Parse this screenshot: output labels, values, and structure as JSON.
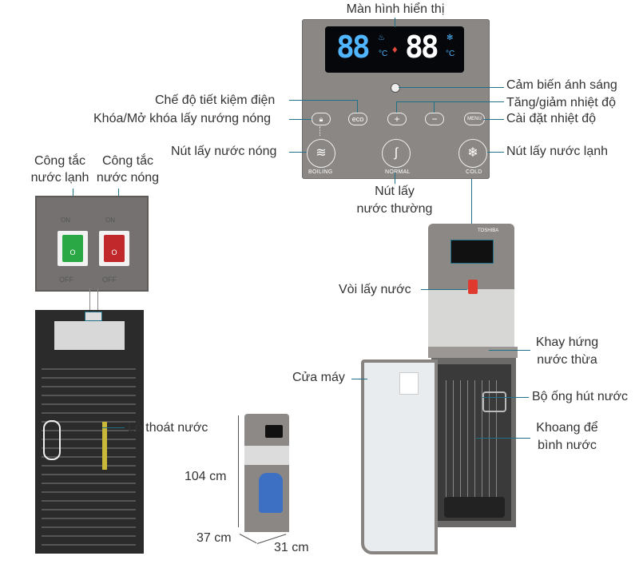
{
  "labels": {
    "display": "Màn hình hiển thị",
    "light_sensor": "Cảm biến ánh sáng",
    "eco_mode": "Chế độ tiết kiệm điện",
    "temp_up_down": "Tăng/giảm nhiệt độ",
    "hot_lock": "Khóa/Mở khóa lấy nướng nóng",
    "temp_setting": "Cài đặt nhiệt độ",
    "hot_button": "Nút lấy nước nóng",
    "cold_button": "Nút lấy nước lạnh",
    "normal_button_1": "Nút lấy",
    "normal_button_2": "nước thường",
    "cold_switch_1": "Công tắc",
    "cold_switch_2": "nước lạnh",
    "hot_switch_1": "Công tắc",
    "hot_switch_2": "nước nóng",
    "faucet": "Vòi lấy nước",
    "drip_tray_1": "Khay hứng",
    "drip_tray_2": "nước thừa",
    "door": "Cửa máy",
    "suction_tube": "Bộ ống hút nước",
    "bottle_compartment_1": "Khoang để",
    "bottle_compartment_2": "bình nước",
    "drain_hole": "Lỗ thoát nước",
    "height": "104 cm",
    "depth": "37 cm",
    "width": "31 cm"
  },
  "panel": {
    "left_display": "88",
    "right_display": "88",
    "unit": "°C",
    "eco": "eco",
    "plus": "+",
    "minus": "−",
    "menu": "MENU",
    "boiling": "BOILING",
    "normal": "NORMAL",
    "cold": "COLD"
  },
  "switches": {
    "on": "ON",
    "off": "OFF",
    "symbol": "O"
  },
  "brand": "TOSHIBA",
  "colors": {
    "leader_line": "#1f6f86",
    "panel": "#8b8784",
    "display_blue": "#4fb6ff",
    "switch_green": "#2aa845",
    "switch_red": "#c0282c"
  }
}
